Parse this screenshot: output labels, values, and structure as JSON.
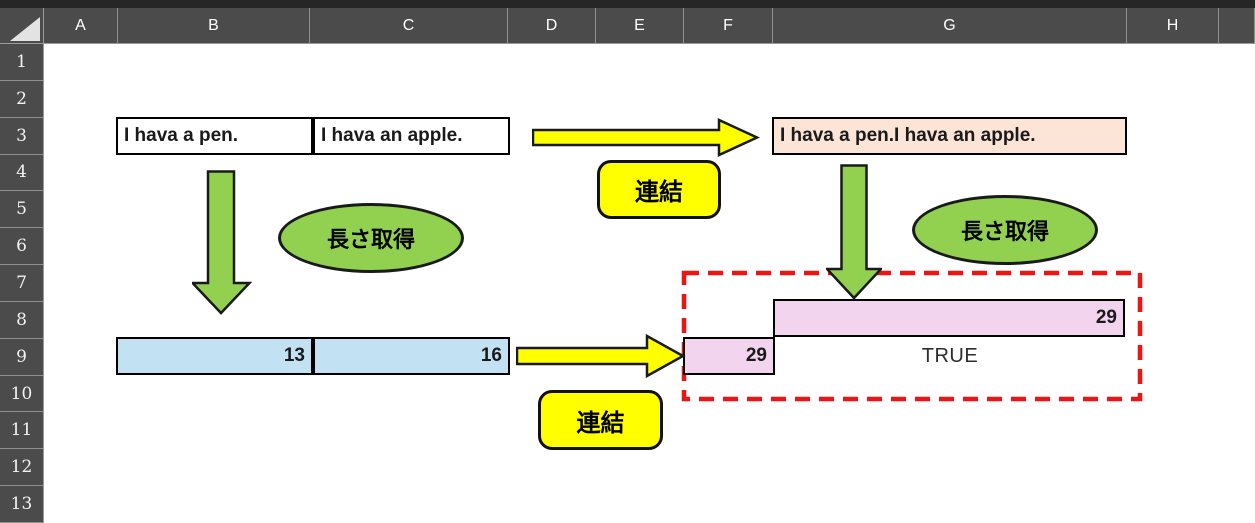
{
  "spreadsheet": {
    "column_headers": [
      "A",
      "B",
      "C",
      "D",
      "E",
      "F",
      "G",
      "H"
    ],
    "row_headers": [
      "1",
      "2",
      "3",
      "4",
      "5",
      "6",
      "7",
      "8",
      "9",
      "10",
      "11",
      "12",
      "13"
    ],
    "cells": {
      "b3": "I hava a pen.",
      "c3": "I hava an apple.",
      "g3": "I hava a pen.I hava an apple.",
      "b9": "13",
      "c9": "16",
      "g8": "29",
      "f9": "29",
      "g9": "TRUE"
    }
  },
  "annotations": {
    "concat_label": "連結",
    "length_label": "長さ取得"
  },
  "colors": {
    "header_bg": "#4b4b4b",
    "green": "#92d050",
    "yellow": "#ffff00",
    "peach": "#fce4d6",
    "blue": "#c2e2f4",
    "pink": "#f2d4ef",
    "red": "#ee1414"
  }
}
